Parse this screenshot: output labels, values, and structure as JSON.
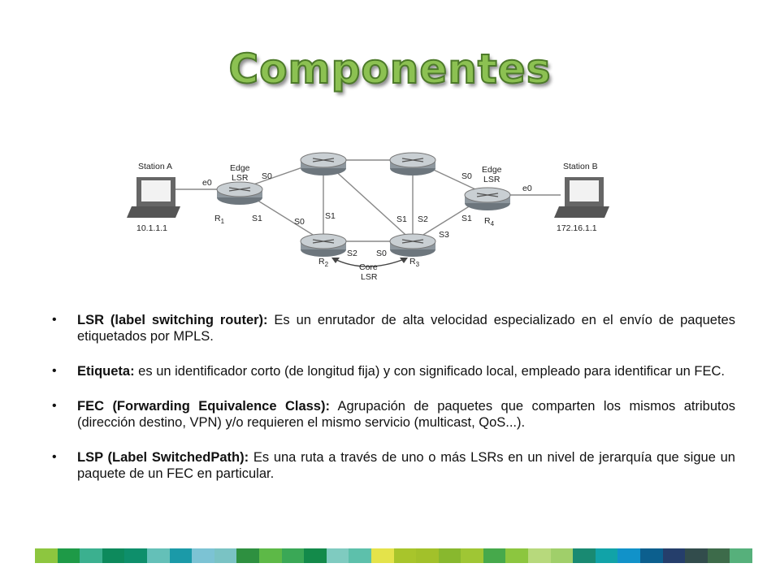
{
  "slide": {
    "title": "Componentes"
  },
  "diagram": {
    "station_a": {
      "label": "Station A",
      "ip": "10.1.1.1"
    },
    "station_b": {
      "label": "Station B",
      "ip": "172.16.1.1"
    },
    "edge_lsr_left": {
      "line1": "Edge",
      "line2": "LSR"
    },
    "edge_lsr_right": {
      "line1": "Edge",
      "line2": "LSR"
    },
    "core_lsr": {
      "line1": "Core",
      "line2": "LSR"
    },
    "routers": {
      "r1": "R",
      "r1_sub": "1",
      "r2": "R",
      "r2_sub": "2",
      "r3": "R",
      "r3_sub": "3",
      "r4": "R",
      "r4_sub": "4"
    },
    "interfaces": {
      "a_e0": "e0",
      "r1_s0": "S0",
      "r1_s1": "S1",
      "r2_s0": "S0",
      "r2_s1": "S1",
      "r2_s2": "S2",
      "r3_s0": "S0",
      "r3_s1": "S1",
      "r3_s2": "S2",
      "r3_s3": "S3",
      "r4_s0": "S0",
      "r4_s1": "S1",
      "b_e0": "e0"
    },
    "colors": {
      "router": "#9aa3aa",
      "link": "#777777",
      "monitor": "#555555"
    }
  },
  "bullets": [
    {
      "term": "LSR (label switching router):",
      "text": " Es un enrutador de alta velocidad especializado en el envío de paquetes etiquetados por MPLS."
    },
    {
      "term": "Etiqueta:",
      "text": " es un identificador corto (de longitud fija) y con significado local, empleado para identificar un FEC."
    },
    {
      "term": "FEC (Forwarding Equivalence Class):",
      "text": " Agrupación de paquetes que comparten los mismos atributos (dirección destino, VPN) y/o requieren el mismo servicio (multicast, QoS...)."
    },
    {
      "term": "LSP (Label SwitchedPath):",
      "text": " Es una ruta a través de uno o más LSRs en un nivel de jerarquía que sigue un paquete de un FEC en particular."
    }
  ],
  "bullet_char": "•",
  "footer_stripe": {
    "colors": [
      "#8dc63f",
      "#1e9a47",
      "#3bb08f",
      "#0d8a5c",
      "#0e8f6b",
      "#64c0b8",
      "#1b9aa8",
      "#7cc3d4",
      "#7ac3c4",
      "#2e9040",
      "#5db947",
      "#3aa856",
      "#138a4a",
      "#7fcbc0",
      "#5dc0ab",
      "#e4e34a",
      "#a8c52b",
      "#a2c12a",
      "#88b82e",
      "#9fc634",
      "#46a94b",
      "#8cc63f",
      "#b7d97c",
      "#a0cf6a",
      "#198a72",
      "#11a3a8",
      "#1192c9",
      "#0c5f8e",
      "#253e6b",
      "#324c4c",
      "#3d6b4a",
      "#56b07b"
    ]
  }
}
